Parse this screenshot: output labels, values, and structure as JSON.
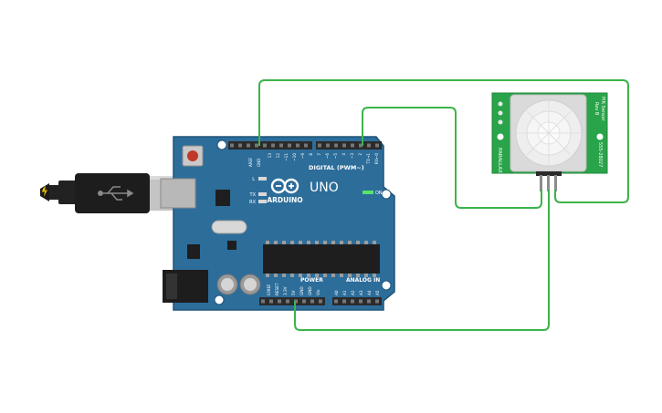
{
  "arduino": {
    "brand_label": "ARDUINO",
    "model_label": "UNO",
    "digital_label": "DIGITAL (PWM~)",
    "analog_label": "ANALOG IN",
    "power_label": "POWER",
    "on_label": "ON",
    "l_label": "L",
    "tx_label": "TX",
    "rx_label": "RX",
    "aref_label": "AREF",
    "gnd_label": "GND",
    "digital_pins": [
      "13",
      "12",
      "~11",
      "~10",
      "~9",
      "8",
      "7",
      "~6",
      "~5",
      "4",
      "~3",
      "2",
      "TX→1",
      "RX←0"
    ],
    "power_pins": [
      "IOREF",
      "RESET",
      "3.3V",
      "5V",
      "GND",
      "GND",
      "Vin"
    ],
    "analog_pins": [
      "A0",
      "A1",
      "A2",
      "A3",
      "A4",
      "A5"
    ]
  },
  "pir_sensor": {
    "brand_label": "PARALLAX",
    "title_label": "PIR Sensor",
    "rev_label": "Rev B",
    "part_label": "555-28027"
  },
  "colors": {
    "board": "#2d6d9a",
    "board_edge": "#1f5478",
    "header": "#2b2b2b",
    "wire": "#3cb44b",
    "pcb": "#2aa44a",
    "lens": "#eeeeee"
  }
}
